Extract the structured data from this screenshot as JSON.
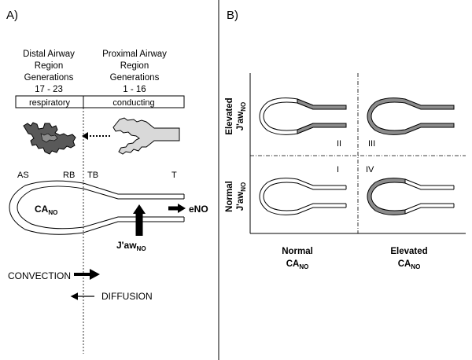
{
  "panel_a": {
    "label": "A)",
    "distal": {
      "line1": "Distal Airway",
      "line2": "Region",
      "line3": "Generations",
      "line4": "17 - 23"
    },
    "proximal": {
      "line1": "Proximal Airway",
      "line2": "Region",
      "line3": "Generations",
      "line4": "1 - 16"
    },
    "box_respiratory": "respiratory",
    "box_conducting": "conducting",
    "zones": {
      "as": "AS",
      "rb": "RB",
      "tb": "TB",
      "t": "T"
    },
    "ca_no": {
      "main": "CA",
      "sub": "NO"
    },
    "eno": "eNO",
    "jaw_no": {
      "main": "J'aw",
      "sub": "NO"
    },
    "convection": "CONVECTION",
    "diffusion": "DIFFUSION"
  },
  "panel_b": {
    "label": "B)",
    "y_top": {
      "line1": "Elevated",
      "main": "J'aw",
      "sub": "NO"
    },
    "y_bottom": {
      "line1": "Normal",
      "main": "J'aw",
      "sub": "NO"
    },
    "x_left": {
      "line1": "Normal",
      "main": "CA",
      "sub": "NO"
    },
    "x_right": {
      "line1": "Elevated",
      "main": "CA",
      "sub": "NO"
    },
    "quadrants": {
      "q1": "I",
      "q2": "II",
      "q3": "III",
      "q4": "IV"
    }
  },
  "colors": {
    "shaded": "#8c8c8c",
    "light": "#d9d9d9",
    "dark_lung": "#595959"
  }
}
